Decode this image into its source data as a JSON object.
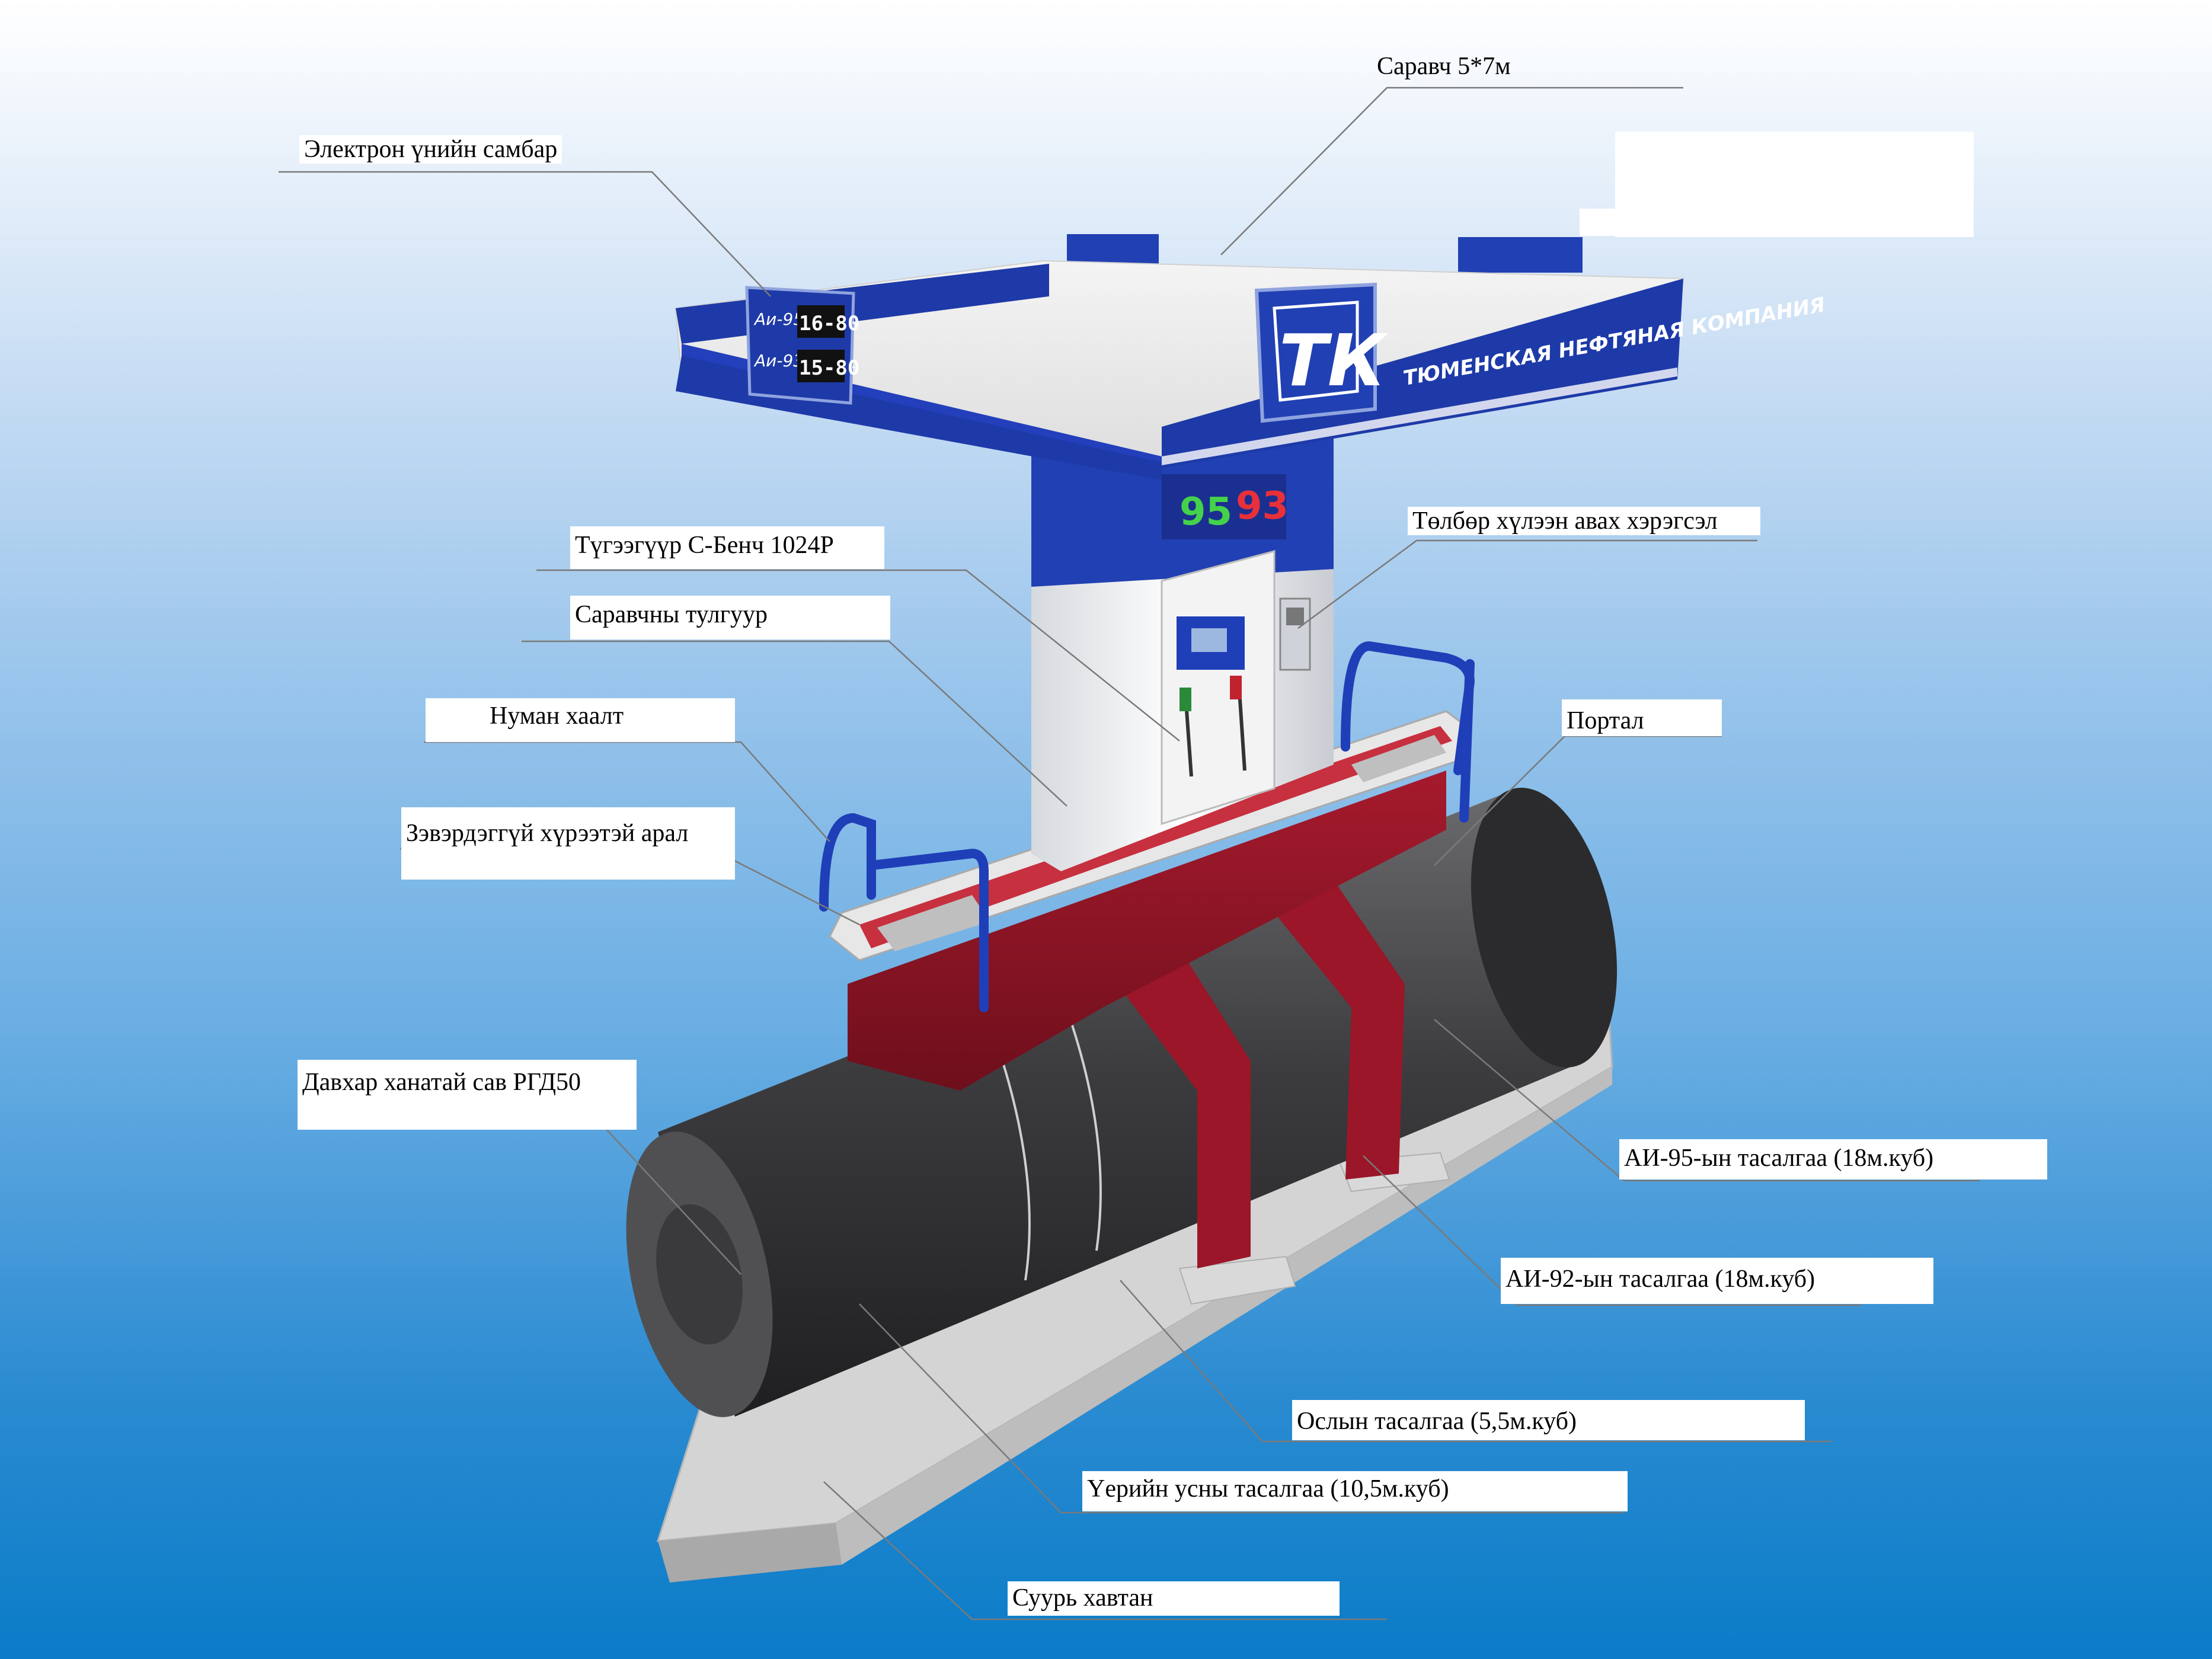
{
  "labels": {
    "canopy": "Саравч 5*7м",
    "price_board": "Электрон үнийн самбар",
    "payment": "Төлбөр хүлээн авах хэрэгсэл",
    "dispenser": "Түгээгүүр С-Бенч 1024Р",
    "canopy_support": "Саравчны тулгуур",
    "arch_barrier": "Нуман хаалт",
    "island": "Зэвэрдэггүй хүрээтэй арал",
    "portal": "Портал",
    "tank": "Давхар ханатай сав РГД50",
    "ai95": "АИ-95-ын тасалгаа (18м.куб)",
    "ai92": "АИ-92-ын тасалгаа (18м.куб)",
    "emergency": "Ослын тасалгаа (5,5м.куб)",
    "groundwater": "Үерийн усны тасалгаа (10,5м.куб)",
    "base_plate": "Суурь хавтан"
  },
  "canopy_branding": {
    "logo": "ТК",
    "company": "ТЮМЕНСКАЯ НЕФТЯНАЯ КОМПАНИЯ"
  },
  "price_board": {
    "rows": [
      {
        "fuel": "Аи-95",
        "price": "16-80"
      },
      {
        "fuel": "Аи-93",
        "price": "15-80"
      }
    ]
  },
  "column_display": {
    "left": "95",
    "right": "93"
  },
  "colors": {
    "canopy_blue": "#1e3aa8",
    "island_red": "#8e1424",
    "tank_gray": "#3a3a3c",
    "base_gray": "#cfcfcf",
    "display_green": "#44d24a",
    "display_red": "#e8303a"
  }
}
